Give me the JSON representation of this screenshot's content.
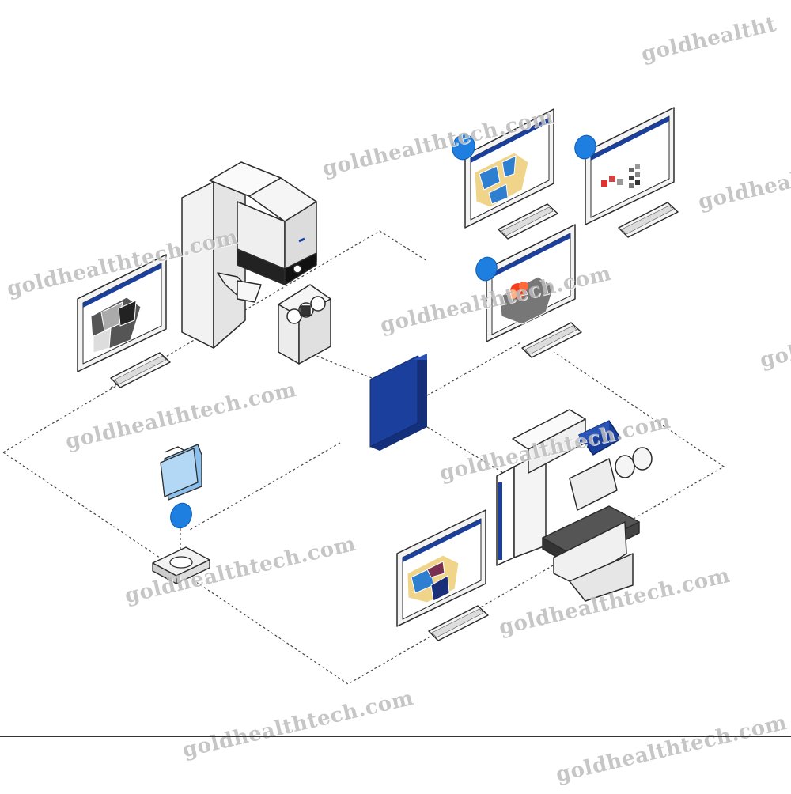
{
  "diagram": {
    "watermark_text": "goldhealthtech.com",
    "watermark_partial_1": "goldhealtht",
    "watermark_partial_2": "goldhealth",
    "watermark_partial_3": "gol",
    "colors": {
      "hub_blue": "#1a3f9c",
      "node_blue": "#1f7fe0",
      "outline": "#2b2b2b",
      "dash_line": "#444444",
      "folder_blue": "#a8d0f2",
      "screen_header": "#1a3f9c"
    },
    "icons": [
      "electron-microscope-icon",
      "light-microscope-icon",
      "monitor-icon",
      "keyboard-icon",
      "folder-icon",
      "storage-drive-icon",
      "server-hub-icon",
      "network-node-icon"
    ]
  }
}
